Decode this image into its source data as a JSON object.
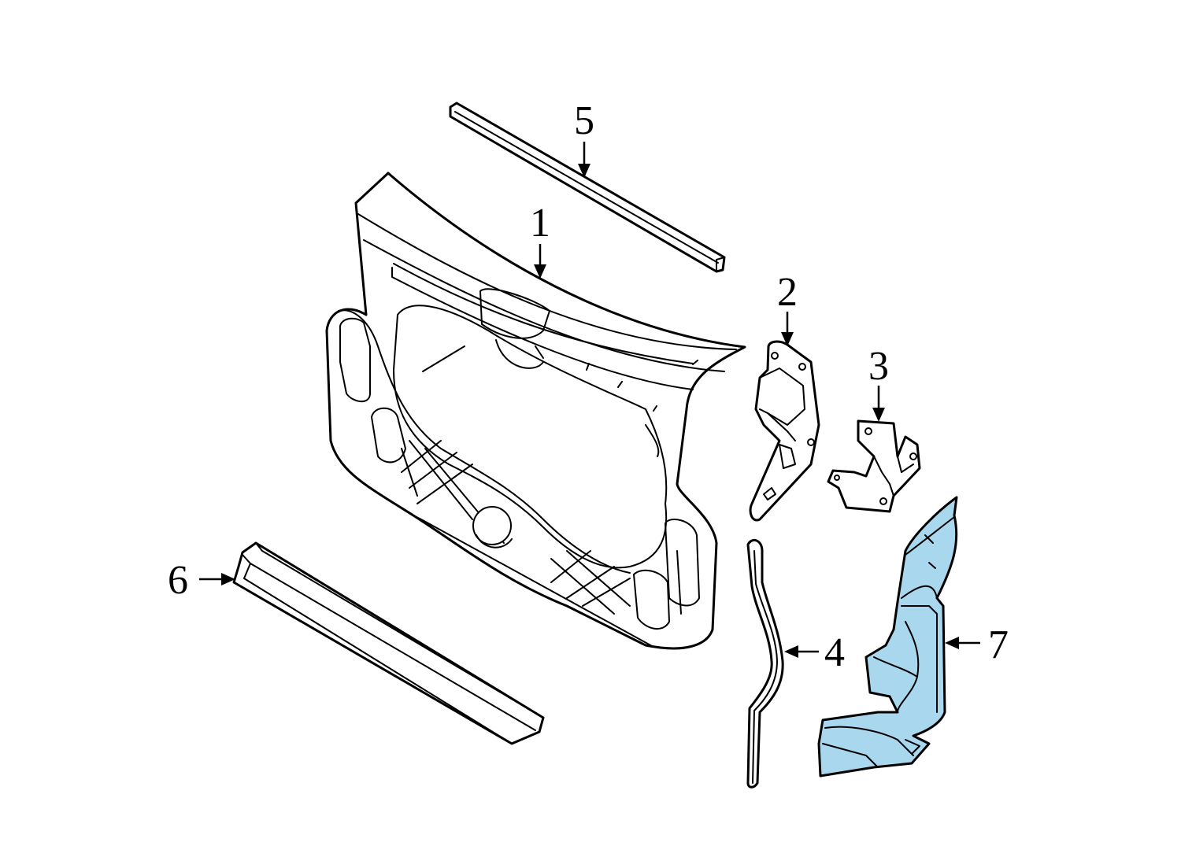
{
  "diagram": {
    "highlight_color": "#a9d8ee",
    "callouts": [
      {
        "id": "1",
        "label": "1"
      },
      {
        "id": "2",
        "label": "2"
      },
      {
        "id": "3",
        "label": "3"
      },
      {
        "id": "4",
        "label": "4"
      },
      {
        "id": "5",
        "label": "5"
      },
      {
        "id": "6",
        "label": "6"
      },
      {
        "id": "7",
        "label": "7"
      }
    ]
  }
}
